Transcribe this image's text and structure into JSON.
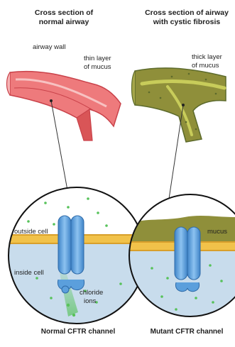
{
  "left_panel": {
    "title_line1": "Cross section of",
    "title_line2": "normal airway",
    "airway_wall_label": "airway wall",
    "mucus_label_line1": "thin layer",
    "mucus_label_line2": "of mucus",
    "outside_cell_label": "outside cell",
    "inside_cell_label": "inside cell",
    "chloride_label_line1": "chloride",
    "chloride_label_line2": "ions",
    "caption": "Normal CFTR channel"
  },
  "right_panel": {
    "title_line1": "Cross section of airway",
    "title_line2": "with cystic fibrosis",
    "mucus_label_line1": "thick layer",
    "mucus_label_line2": "of mucus",
    "mucus_inset_label": "mucus",
    "caption": "Mutant CFTR channel"
  },
  "colors": {
    "airway_wall": "#e8676a",
    "airway_wall_dark": "#c9424a",
    "mucus_thick": "#8f8f3a",
    "membrane": "#f1c24a",
    "extracellular": "#ffffff",
    "cytoplasm": "#c8dcec",
    "channel": "#5b9fdc",
    "chloride_ion": "#57c25a"
  },
  "icons": [
    "cftr-channel-icon",
    "chloride-ion-icon"
  ]
}
